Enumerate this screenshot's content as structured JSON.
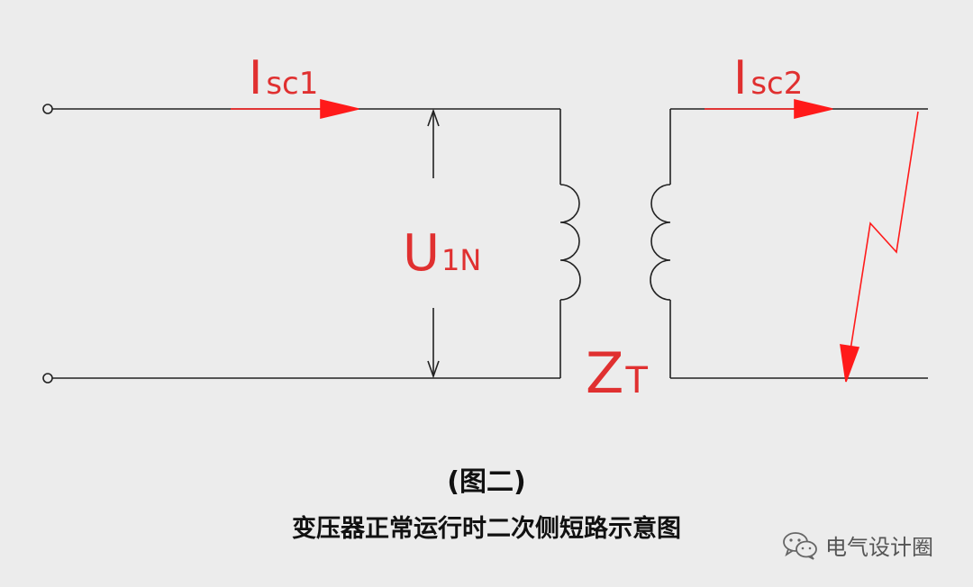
{
  "labels": {
    "isc1_main": "I",
    "isc1_sub": "sc1",
    "isc2_main": "I",
    "isc2_sub": "sc2",
    "u1n_main": "U",
    "u1n_sub": "1N",
    "zt_main": "Z",
    "zt_sub": "T"
  },
  "caption": {
    "line1": "(图二)",
    "line2": "变压器正常运行时二次侧短路示意图"
  },
  "watermark": {
    "text": "电气设计圈",
    "icon": "wechat-icon"
  },
  "colors": {
    "wire": "#222222",
    "accent": "#ff1a1a",
    "label": "#e03030"
  }
}
